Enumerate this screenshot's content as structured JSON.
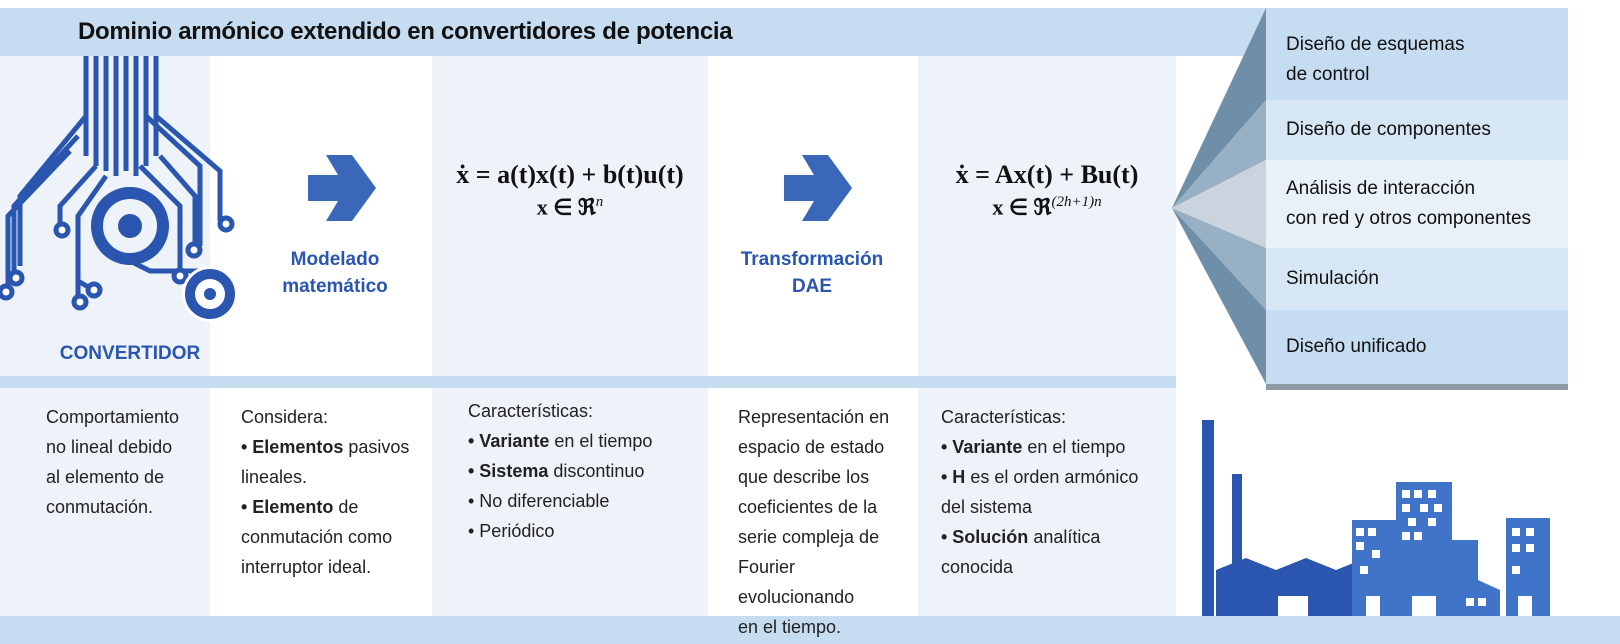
{
  "title": "Dominio armónico extendido en convertidores de potencia",
  "converter_label": "CONVERTIDOR",
  "step1_label_line1": "Modelado",
  "step1_label_line2": "matemático",
  "step2_label_line1": "Transformación",
  "step2_label_line2": "DAE",
  "eq1": {
    "line1": "ẋ = a(t)x(t) + b(t)u(t)",
    "line2_base": "x ∈ ℜ",
    "line2_sup": "n"
  },
  "eq2": {
    "line1": "ẋ = Ax(t) + Bu(t)",
    "line2_base": "x ∈ ℜ",
    "line2_sup": "(2h+1)n"
  },
  "applications": [
    {
      "line1": "Diseño de esquemas",
      "line2": "de control"
    },
    {
      "line1": "Diseño de componentes",
      "line2": ""
    },
    {
      "line1": "Análisis de interacción",
      "line2": "con red y otros componentes"
    },
    {
      "line1": "Simulación",
      "line2": ""
    },
    {
      "line1": "Diseño unificado",
      "line2": ""
    }
  ],
  "desc1": [
    "Comportamiento",
    "no lineal debido",
    "al elemento de",
    "conmutación."
  ],
  "desc2": {
    "intro": "Considera:",
    "b1_bold": "• Elementos",
    "b1_rest": " pasivos",
    "b1_line2": "lineales.",
    "b2_bold": "• Elemento",
    "b2_rest": " de",
    "b2_line2": "conmutación como",
    "b2_line3": "interruptor ideal."
  },
  "desc3": {
    "intro": "Características:",
    "b1_bold": "• Variante",
    "b1_rest": " en el tiempo",
    "b2_bold": "• Sistema",
    "b2_rest": " discontinuo",
    "b3": "• No diferenciable",
    "b4": "• Periódico"
  },
  "desc4": [
    "Representación en",
    "espacio de estado",
    "que describe los",
    "coeficientes de la",
    "serie compleja de",
    "Fourier evolucionando",
    "en el tiempo."
  ],
  "desc5": {
    "intro": "Características:",
    "b1_bold": "• Variante",
    "b1_rest": " en el tiempo",
    "b2_bold": "• H",
    "b2_rest": " es el orden armónico",
    "b2_line2": "del sistema",
    "b3_bold": "• Solución",
    "b3_rest": " analítica conocida"
  },
  "colors": {
    "primary_blue": "#2a56b0",
    "light_blue": "#c5dcf1",
    "pale_bg": "#eef3f9",
    "arrow_blue": "#3b67b8"
  },
  "icons": [
    "circuit-converter-icon",
    "arrow-right-icon",
    "factory-city-icon"
  ]
}
